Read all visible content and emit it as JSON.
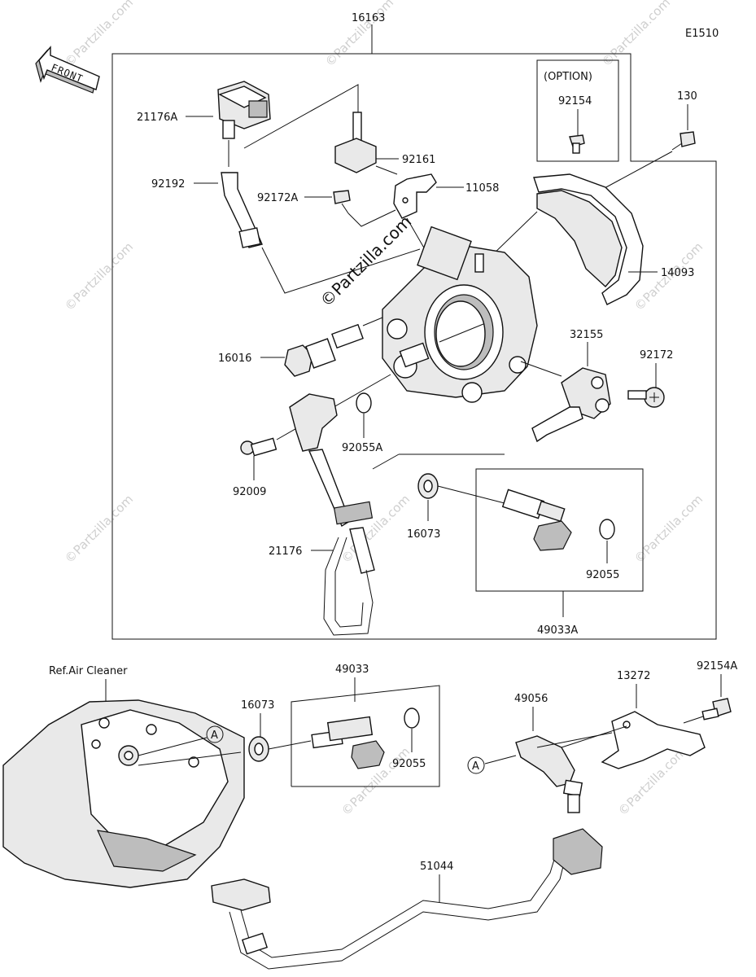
{
  "diagram_code": "E1510",
  "front_label": "FRONT",
  "option_label": "(OPTION)",
  "ref_label": "Ref.Air Cleaner",
  "marker_a": "A",
  "watermark_center": "©Partzilla.com",
  "watermark_repeat": "©Partzilla.com",
  "parts": {
    "p16163": "16163",
    "p21176A": "21176A",
    "p92192": "92192",
    "p92161": "92161",
    "p92172A": "92172A",
    "p11058": "11058",
    "p92154": "92154",
    "p130": "130",
    "p14093": "14093",
    "p16016": "16016",
    "p32155": "32155",
    "p92172": "92172",
    "p92009": "92009",
    "p92055A": "92055A",
    "p16073_top": "16073",
    "p21176": "21176",
    "p92055_top": "92055",
    "p49033A": "49033A",
    "p49033": "49033",
    "p16073_bot": "16073",
    "p92055_bot": "92055",
    "p49056": "49056",
    "p13272": "13272",
    "p92154A": "92154A",
    "p51044": "51044"
  }
}
